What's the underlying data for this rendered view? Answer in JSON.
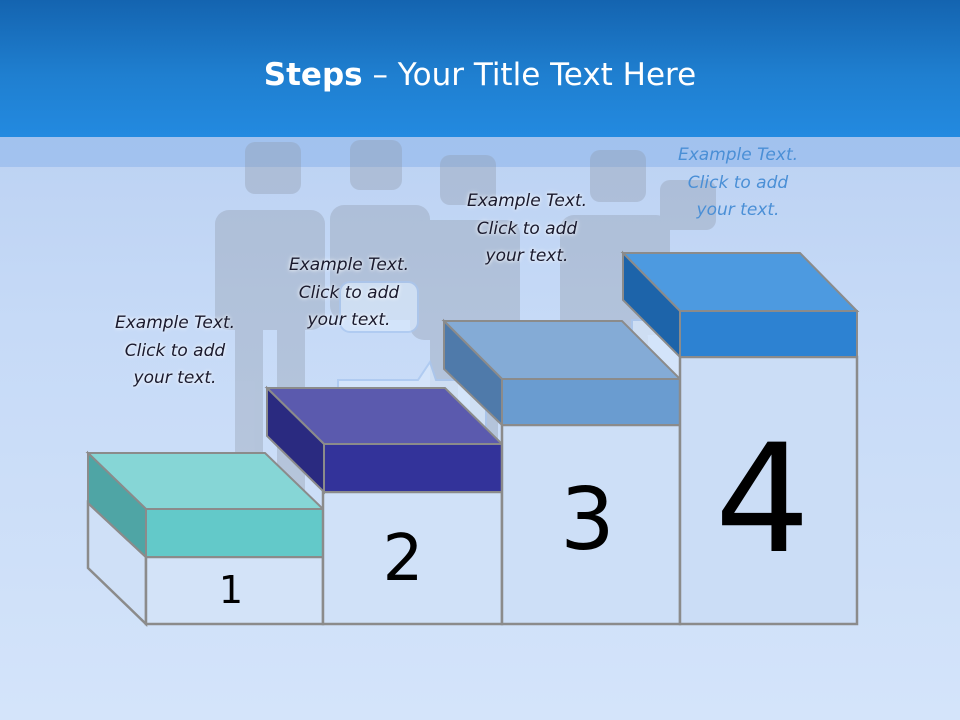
{
  "slide": {
    "title_bold": "Steps",
    "title_rest": " – Your Title Text Here"
  },
  "steps": [
    {
      "number": "1",
      "caption_line1": "Example Text.",
      "caption_line2": "Click  to add",
      "caption_line3": "your text.",
      "top_color": "#86d6d6",
      "front_color": "#63c9c9",
      "side_color": "#4fa5a5"
    },
    {
      "number": "2",
      "caption_line1": "Example Text.",
      "caption_line2": "Click  to add",
      "caption_line3": "your text.",
      "top_color": "#5b5aae",
      "front_color": "#33339a",
      "side_color": "#2a2a80"
    },
    {
      "number": "3",
      "caption_line1": "Example Text.",
      "caption_line2": "Click  to add",
      "caption_line3": "your text.",
      "top_color": "#84abd6",
      "front_color": "#6a9cd0",
      "side_color": "#4f7aaa"
    },
    {
      "number": "4",
      "caption_line1": "Example Text.",
      "caption_line2": "Click  to add",
      "caption_line3": "your text.",
      "top_color": "#4d9ae0",
      "front_color": "#2d82d2",
      "side_color": "#1d64aa"
    }
  ]
}
